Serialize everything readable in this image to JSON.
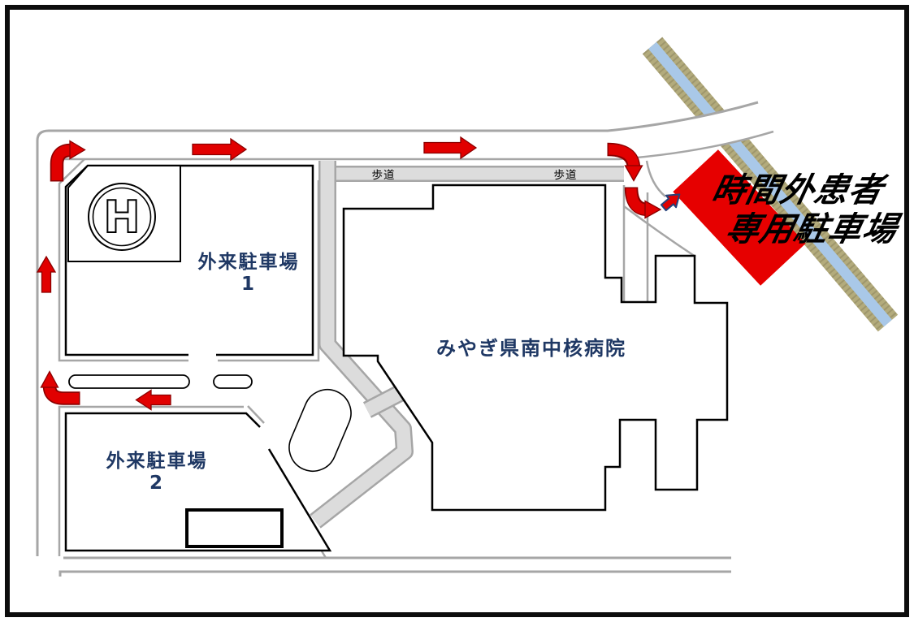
{
  "map": {
    "title_lines": [
      "時間外患者",
      "専用駐車場"
    ],
    "hospital_label": "みやぎ県南中核病院",
    "parking1": {
      "line1": "外来駐車場",
      "line2": "1"
    },
    "parking2": {
      "line1": "外来駐車場",
      "line2": "2"
    },
    "sidewalk_labels": [
      "歩道",
      "歩道"
    ],
    "helipad_letter": "H",
    "colors": {
      "arrow_red": "#e10000",
      "arrow_outline": "#8b0000",
      "navy_text": "#1f3864",
      "road_gray": "#a6a6a6",
      "sidewalk_fill": "#dcdcdc",
      "river_blue": "#a9c8e8",
      "river_bank": "#b3ab7c",
      "river_speckle": "#6f6948",
      "afterhours_red": "#e60000",
      "outline_black": "#000000"
    }
  }
}
